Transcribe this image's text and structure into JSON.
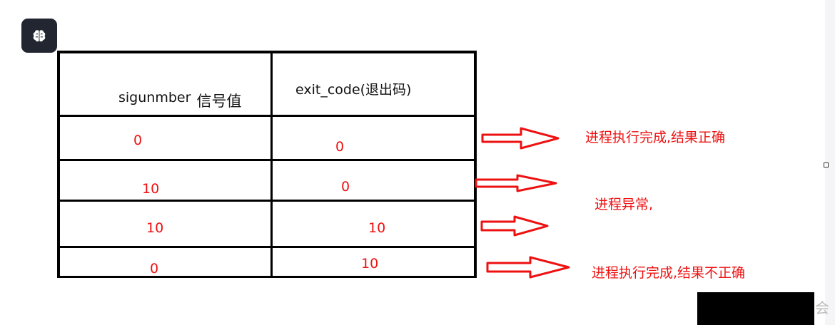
{
  "table": {
    "header": {
      "col1": "sigunmber",
      "col1_suffix": "信号值",
      "col2": "exit_code(退出码)"
    },
    "rows": [
      {
        "sig": "0",
        "code": "0"
      },
      {
        "sig": "10",
        "code": "0"
      },
      {
        "sig": "10",
        "code": "10"
      },
      {
        "sig": "0",
        "code": "10"
      }
    ]
  },
  "annotations": {
    "row1": "进程执行完成,结果正确",
    "rows23": "进程异常,",
    "row4": "进程执行完成,结果不正确"
  },
  "colors": {
    "annotation": "#ee1111",
    "border": "#000000",
    "icon_bg": "#222631"
  },
  "icons": [
    "brain-icon",
    "right-arrow-icon"
  ]
}
